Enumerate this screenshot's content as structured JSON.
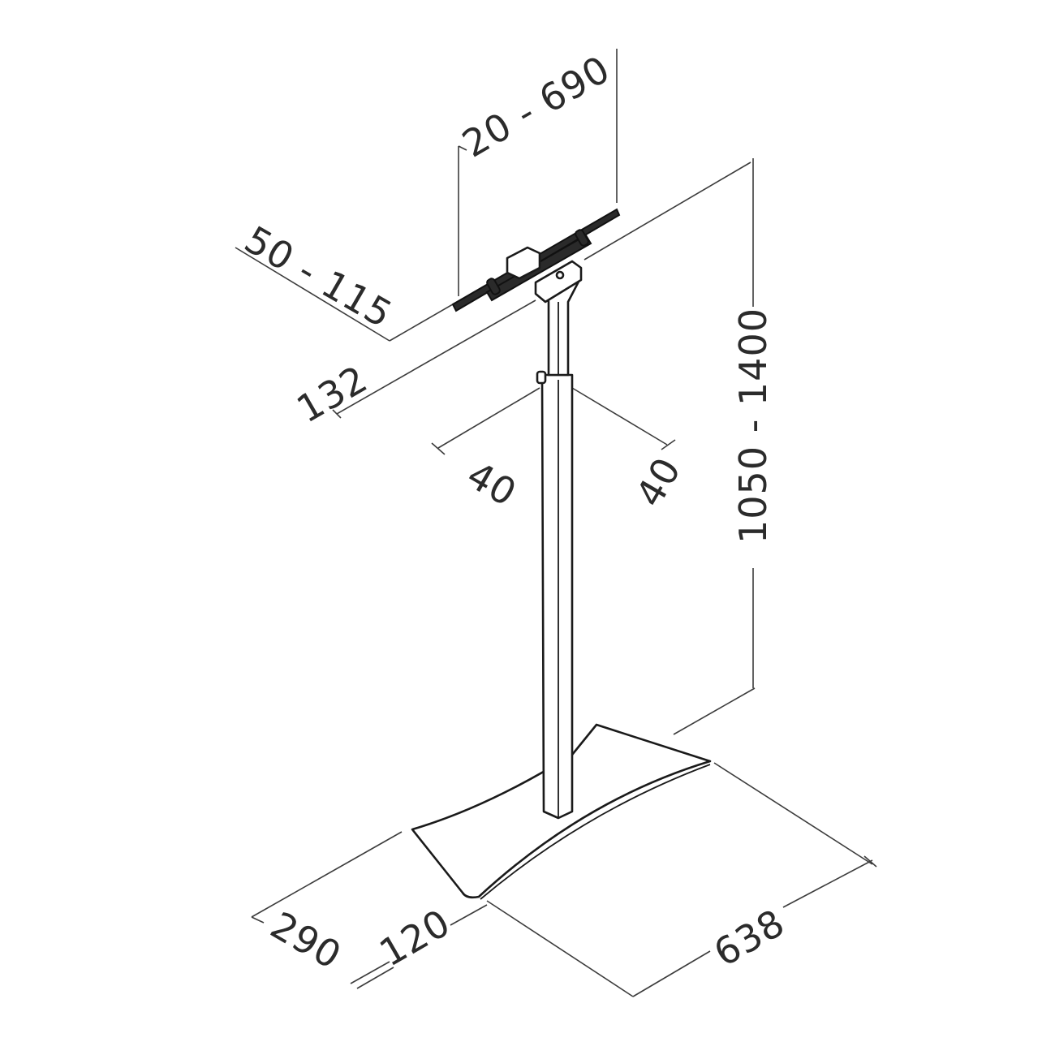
{
  "dimensions": {
    "vesa_horizontal": "20 - 690",
    "vesa_vertical": "50 - 115",
    "bracket_depth": "132",
    "column_width": "40",
    "column_depth": "40",
    "height_range": "1050 - 1400",
    "base_depth": "290",
    "column_offset": "120",
    "base_width": "638"
  },
  "colors": {
    "line": "#1a1a1a",
    "dimension_line": "#3c3c3c",
    "text": "#2b2b2b"
  }
}
